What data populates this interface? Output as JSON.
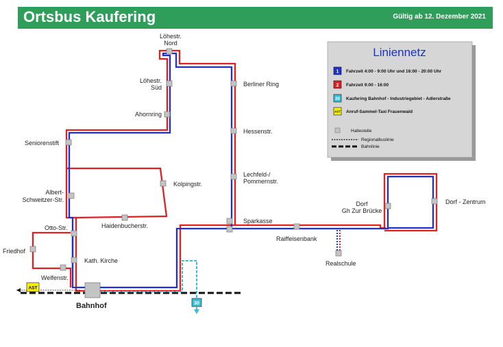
{
  "header": {
    "title": "Ortsbus Kaufering",
    "valid_from": "Gültig ab 12. Dezember 2021"
  },
  "legend": {
    "title": "Liniennetz",
    "items": [
      {
        "badge": "1",
        "text": "Fahrzeit 4:00 - 9:00 Uhr und 16:00 - 20:00 Uhr",
        "color": "#1f2fd6"
      },
      {
        "badge": "2",
        "text": "Fahrzeit 9:00 - 16:00",
        "color": "#e02020"
      },
      {
        "badge": "30",
        "text": "Kaufering Bahnhof - Industriegebiet - Adlerstraße",
        "color": "#35c0d8"
      },
      {
        "badge": "AST",
        "text": "Anruf-Sammel-Taxi Frauenwald",
        "color": "#f5f000"
      }
    ],
    "symbols": [
      "Haltestelle",
      "Regionalbuslinie",
      "Bahnlinie"
    ]
  },
  "stops": {
    "loehestr_nord": "Löhestr.\nNord",
    "loehestr_sued": "Löhestr.\nSüd",
    "ahornring": "Ahornring",
    "seniorenstift": "Seniorenstift",
    "kolpingstr": "Kolpingstr.",
    "albert": "Albert-\nSchweitzer-Str.",
    "haidenbucherstr": "Haidenbucherstr.",
    "otto": "Otto-Str.",
    "friedhof": "Friedhof",
    "kath_kirche": "Kath. Kirche",
    "welfenstr": "Welfenstr.",
    "bahnhof": "Bahnhof",
    "berliner_ring": "Berliner Ring",
    "hessenstr": "Hessenstr.",
    "lechfeld": "Lechfeld-/\nPommernstr.",
    "sparkasse": "Sparkasse",
    "raiffeisenbank": "Raiffeisenbank",
    "realschule": "Realschule",
    "dorf_bruecke": "Dorf\nGh Zur Brücke",
    "dorf_zentrum": "Dorf - Zentrum"
  },
  "badges": {
    "ast": "AST",
    "line30": "30"
  },
  "colors": {
    "line1": "#1f2fd6",
    "line2": "#e02020",
    "line30": "#35c0d8",
    "regional": "#2030c0",
    "header": "#2e9e5a"
  }
}
